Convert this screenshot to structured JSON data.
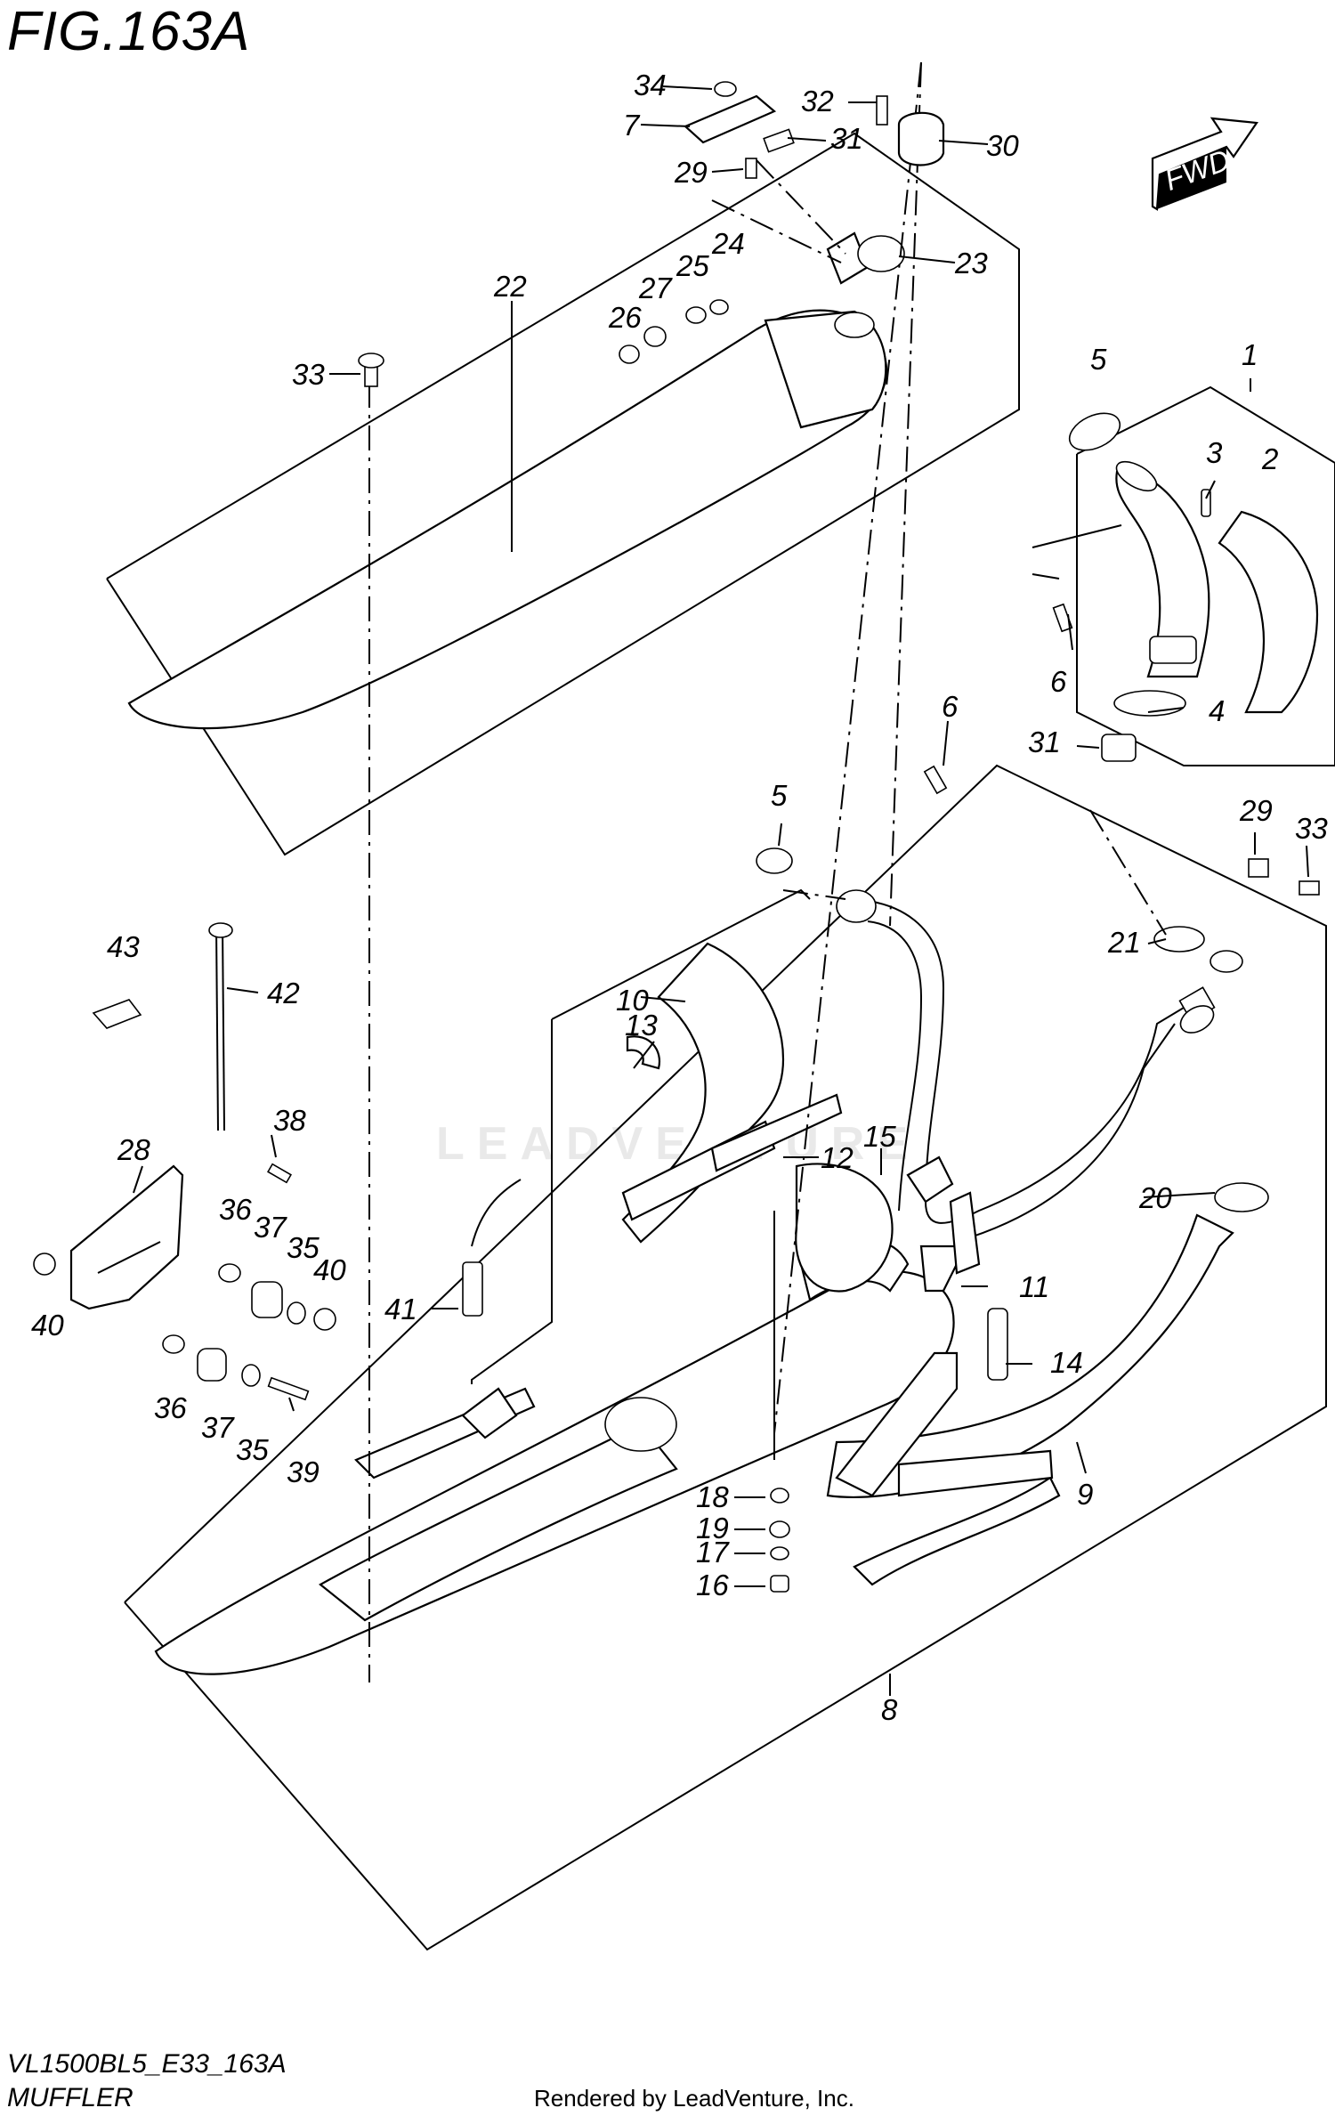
{
  "figure": {
    "title": "FIG.163A",
    "model_code": "VL1500BL5_E33_163A",
    "section_name": "MUFFLER",
    "credit": "Rendered by LeadVenture, Inc.",
    "watermark": "LEADVENTURE",
    "fwd_label": "FWD"
  },
  "callouts": [
    {
      "id": "c34",
      "label": "34"
    },
    {
      "id": "c32",
      "label": "32"
    },
    {
      "id": "c7",
      "label": "7"
    },
    {
      "id": "c31a",
      "label": "31"
    },
    {
      "id": "c30",
      "label": "30"
    },
    {
      "id": "c29a",
      "label": "29"
    },
    {
      "id": "c23",
      "label": "23"
    },
    {
      "id": "c24",
      "label": "24"
    },
    {
      "id": "c25",
      "label": "25"
    },
    {
      "id": "c27",
      "label": "27"
    },
    {
      "id": "c26",
      "label": "26"
    },
    {
      "id": "c22",
      "label": "22"
    },
    {
      "id": "c33a",
      "label": "33"
    },
    {
      "id": "c5a",
      "label": "5"
    },
    {
      "id": "c1",
      "label": "1"
    },
    {
      "id": "c3",
      "label": "3"
    },
    {
      "id": "c2",
      "label": "2"
    },
    {
      "id": "c6a",
      "label": "6"
    },
    {
      "id": "c4",
      "label": "4"
    },
    {
      "id": "c6b",
      "label": "6"
    },
    {
      "id": "c31b",
      "label": "31"
    },
    {
      "id": "c5b",
      "label": "5"
    },
    {
      "id": "c29b",
      "label": "29"
    },
    {
      "id": "c33b",
      "label": "33"
    },
    {
      "id": "c21",
      "label": "21"
    },
    {
      "id": "c43",
      "label": "43"
    },
    {
      "id": "c42",
      "label": "42"
    },
    {
      "id": "c10",
      "label": "10"
    },
    {
      "id": "c13",
      "label": "13"
    },
    {
      "id": "c12",
      "label": "12"
    },
    {
      "id": "c15",
      "label": "15"
    },
    {
      "id": "c28",
      "label": "28"
    },
    {
      "id": "c38",
      "label": "38"
    },
    {
      "id": "c36a",
      "label": "36"
    },
    {
      "id": "c37a",
      "label": "37"
    },
    {
      "id": "c35a",
      "label": "35"
    },
    {
      "id": "c40a",
      "label": "40"
    },
    {
      "id": "c40b",
      "label": "40"
    },
    {
      "id": "c20",
      "label": "20"
    },
    {
      "id": "c11",
      "label": "11"
    },
    {
      "id": "c41",
      "label": "41"
    },
    {
      "id": "c14",
      "label": "14"
    },
    {
      "id": "c36b",
      "label": "36"
    },
    {
      "id": "c37b",
      "label": "37"
    },
    {
      "id": "c35b",
      "label": "35"
    },
    {
      "id": "c39",
      "label": "39"
    },
    {
      "id": "c18",
      "label": "18"
    },
    {
      "id": "c19",
      "label": "19"
    },
    {
      "id": "c17",
      "label": "17"
    },
    {
      "id": "c16",
      "label": "16"
    },
    {
      "id": "c9",
      "label": "9"
    },
    {
      "id": "c8",
      "label": "8"
    }
  ]
}
